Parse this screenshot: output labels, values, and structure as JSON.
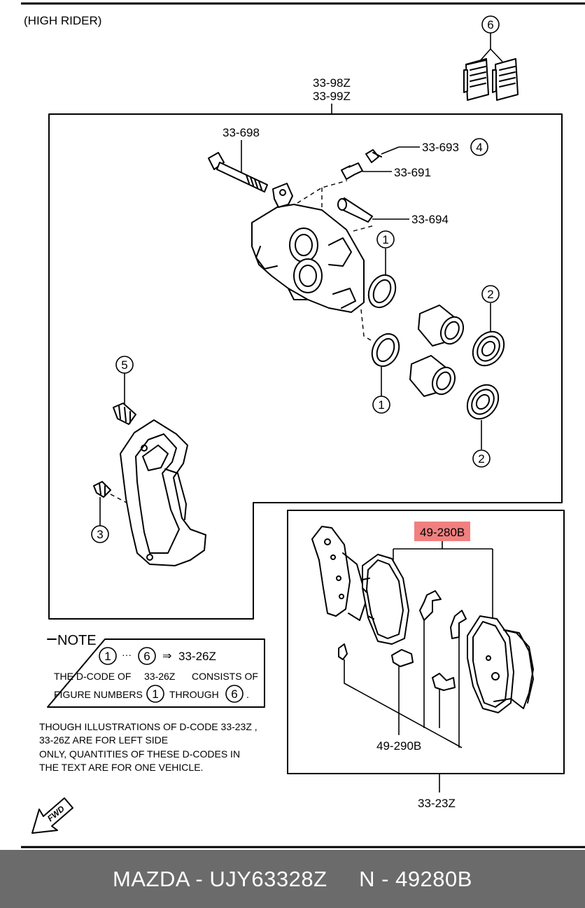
{
  "header_note": "(HIGH RIDER)",
  "labels": {
    "assembly_top_1": "33-98Z",
    "assembly_top_2": "33-99Z",
    "bolt": "33-698",
    "cap": "33-693",
    "bleeder": "33-691",
    "guide_pin": "33-694",
    "pad_kit": "49-280B",
    "shim_kit": "49-290B",
    "pad_assembly": "33-23Z"
  },
  "circled_numbers": {
    "cap": "4",
    "top_right": "6",
    "seal_upper": "1",
    "seal_lower": "1",
    "boot_upper": "2",
    "boot_lower": "2",
    "bushing": "5",
    "bushing_lower": "3",
    "note_from": "1",
    "note_to": "6",
    "note_fig_from": "1",
    "note_fig_to": "6"
  },
  "note_box": {
    "title": "NOTE",
    "dots": "···",
    "arrow": "⇒",
    "dcode": "33-26Z",
    "line2_a": "THE D-CODE OF",
    "line2_b": "33-26Z",
    "line2_c": "CONSISTS OF",
    "line3_a": "FIGURE NUMBERS",
    "line3_b": "THROUGH",
    "line3_c": "."
  },
  "disclaimer": [
    "THOUGH ILLUSTRATIONS OF D-CODE 33-23Z ,",
    "33-26Z   ARE FOR LEFT SIDE",
    "ONLY, QUANTITIES OF THESE D-CODES IN",
    "THE TEXT ARE FOR ONE VEHICLE."
  ],
  "fwd_label": "FWD",
  "highlight_color": "#f08080",
  "footer": {
    "text": "MAZDA - UJY63328Z     N - 49280B",
    "background": "#6b6b6b"
  }
}
